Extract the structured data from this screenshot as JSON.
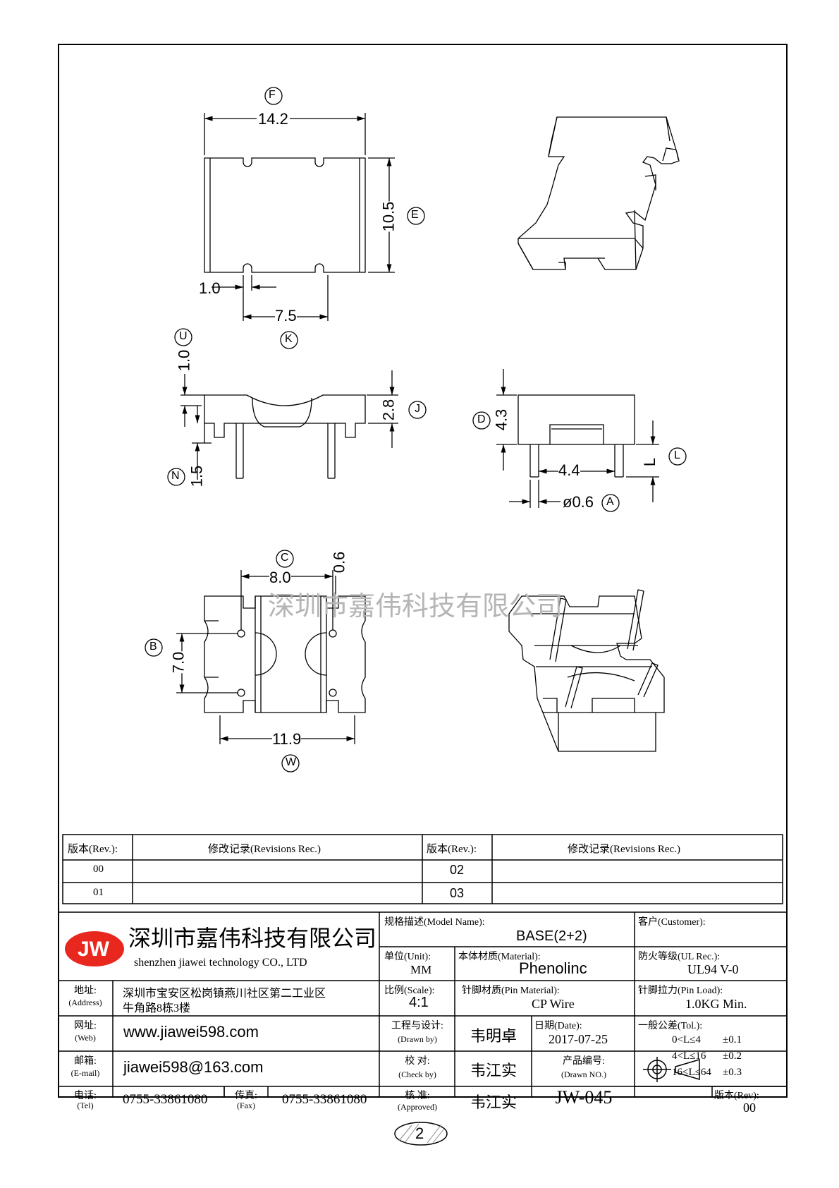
{
  "drawing": {
    "top_view": {
      "label_f": "F",
      "dim_f": "14.2",
      "label_e": "E",
      "dim_e": "10.5",
      "dim_slot": "1.0",
      "dim_k": "7.5",
      "label_k": "K"
    },
    "side_view": {
      "label_u": "U",
      "dim_u": "1.0",
      "dim_j": "2.8",
      "label_j": "J",
      "label_n": "N",
      "dim_n": "1.5"
    },
    "end_view": {
      "label_d": "D",
      "dim_d": "4.3",
      "dim_pitch": "4.4",
      "dim_l": "L",
      "label_l": "L",
      "dim_a": "ø0.6",
      "label_a": "A"
    },
    "bottom_view": {
      "label_c": "C",
      "dim_c": "8.0",
      "dim_hole": "0.6",
      "label_b": "B",
      "dim_b": "7.0",
      "dim_w": "11.9",
      "label_w": "W"
    },
    "watermark": "深圳市嘉伟科技有限公司",
    "page_number": "2"
  },
  "revisions": {
    "rev_header": "版本(Rev.):",
    "rec_header": "修改记录(Revisions Rec.)",
    "rows": [
      {
        "rev": "00",
        "rec": "",
        "rev2": "02",
        "rec2": ""
      },
      {
        "rev": "01",
        "rec": "",
        "rev2": "03",
        "rec2": ""
      }
    ]
  },
  "title_block": {
    "logo_text": "JW",
    "company_cn": "深圳市嘉伟科技有限公司",
    "company_en": "shenzhen  jiawei  technology  CO., LTD",
    "address_label": "地址:",
    "address_label_en": "(Address)",
    "address_line1": "深圳市宝安区松岗镇燕川社区第二工业区",
    "address_line2": "牛角路8栋3楼",
    "web_label": "网址:",
    "web_label_en": "(Web)",
    "web": "www.jiawei598.com",
    "email_label": "邮箱:",
    "email_label_en": "(E-mail)",
    "email": "jiawei598@163.com",
    "tel_label": "电话:",
    "tel_label_en": "(Tel)",
    "tel": "0755-33861080",
    "fax_label": "传真:",
    "fax_label_en": "(Fax)",
    "fax": "0755-33861080",
    "model_label": "规格描述(Model Name):",
    "model": "BASE(2+2)",
    "customer_label": "客户(Customer):",
    "customer": "",
    "unit_label": "单位(Unit):",
    "unit": "MM",
    "material_label": "本体材质(Material):",
    "material": "Phenolinc",
    "ul_label": "防火等级(UL Rec.):",
    "ul": "UL94 V-0",
    "scale_label": "比例(Scale):",
    "scale": "4:1",
    "pin_material_label": "针脚材质(Pin Material):",
    "pin_material": "CP Wire",
    "pin_load_label": "针脚拉力(Pin Load):",
    "pin_load": "1.0KG Min.",
    "design_label": "工程与设计:",
    "design_label_en": "(Drawn by)",
    "designer": "韦明卓",
    "date_label": "日期(Date):",
    "date": "2017-07-25",
    "tol_label": "一般公差(Tol.):",
    "tol": [
      {
        "range": "0<L≤4",
        "val": "±0.1"
      },
      {
        "range": "4<L≤16",
        "val": "±0.2"
      },
      {
        "range": "16<L≤64",
        "val": "±0.3"
      }
    ],
    "check_label": "校  对:",
    "check_label_en": "(Check by)",
    "checker": "韦江实",
    "drawing_no_label": "产品编号:",
    "drawing_no_label_en": "(Drawn NO.)",
    "approve_label": "核  准:",
    "approve_label_en": "(Approved)",
    "approver": "韦江实",
    "drawing_no": "JW-045",
    "rev_label": "版本(Rev):",
    "rev": "00"
  },
  "colors": {
    "logo_red": "#e8281e",
    "watermark": "#b5b5b5"
  }
}
